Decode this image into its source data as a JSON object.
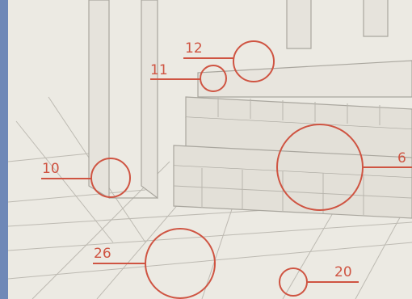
{
  "accent_color": "#cf5442",
  "frame_color": "#6f88b7",
  "callouts": {
    "c12": {
      "label": "12"
    },
    "c11": {
      "label": "11"
    },
    "c10": {
      "label": "10"
    },
    "c6": {
      "label": "6"
    },
    "c26": {
      "label": "26"
    },
    "c20": {
      "label": "20"
    }
  }
}
